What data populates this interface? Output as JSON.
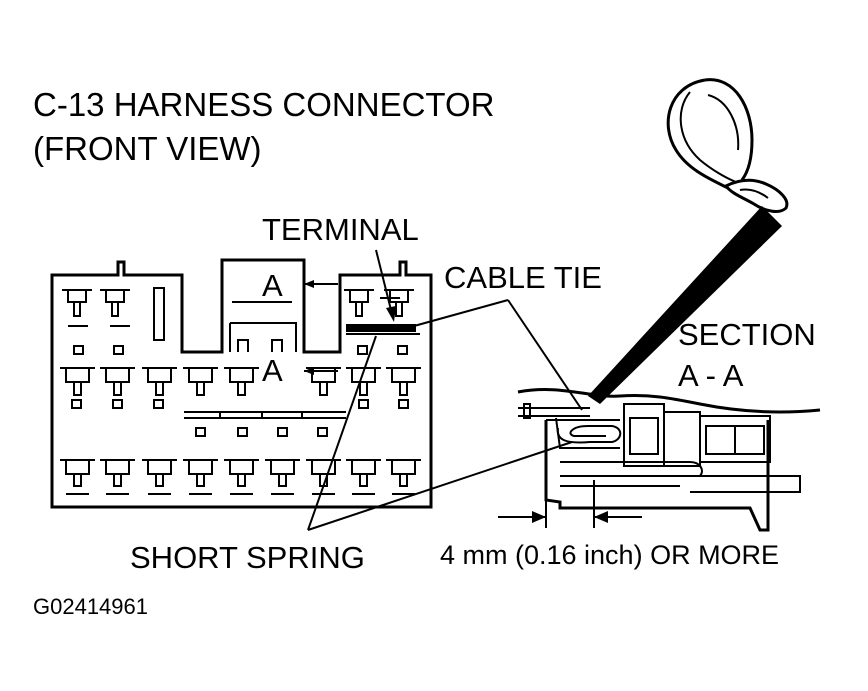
{
  "title": {
    "line1": "C-13 HARNESS CONNECTOR",
    "line2": "(FRONT VIEW)"
  },
  "labels": {
    "terminal": "TERMINAL",
    "cable_tie": "CABLE TIE",
    "section_line1": "SECTION",
    "section_line2": "A - A",
    "section_mark_top": "A",
    "section_mark_bottom": "A",
    "short_spring": "SHORT SPRING",
    "dimension": "4 mm (0.16 inch) OR MORE"
  },
  "figure_code": "G02414961",
  "colors": {
    "ink": "#000000",
    "background": "#ffffff"
  }
}
